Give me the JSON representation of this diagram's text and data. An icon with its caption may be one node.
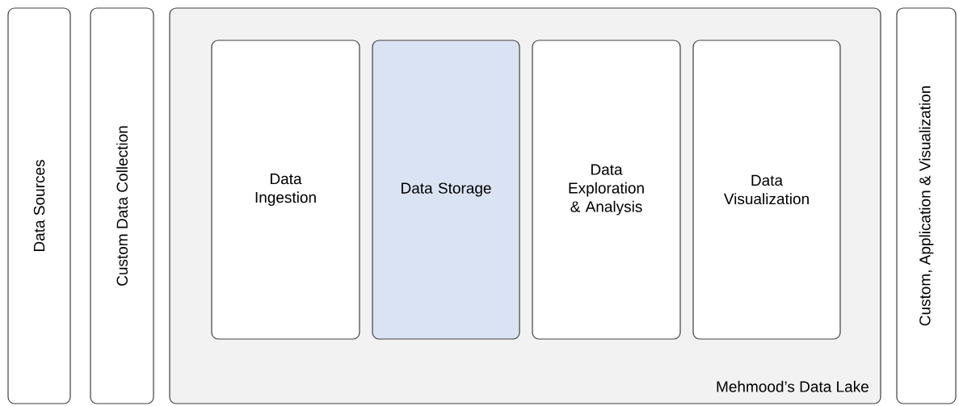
{
  "diagram": {
    "nodes": [
      {
        "text": [
          "Data Sources"
        ]
      },
      {
        "text": [
          "Custom Data Collection"
        ]
      },
      {
        "text": [
          "Mehmood’s Data Lake"
        ]
      },
      {
        "text": [
          "Data Ingestion"
        ],
        "in": 2
      },
      {
        "text": [
          "Data Storage"
        ],
        "in": 2
      },
      {
        "text": [
          "Data Exploration & Analysis"
        ],
        "in": 2
      },
      {
        "text": [
          "Data Visualization"
        ],
        "in": 2
      },
      {
        "text": [
          "Custom, Application & Visualization"
        ]
      }
    ]
  }
}
